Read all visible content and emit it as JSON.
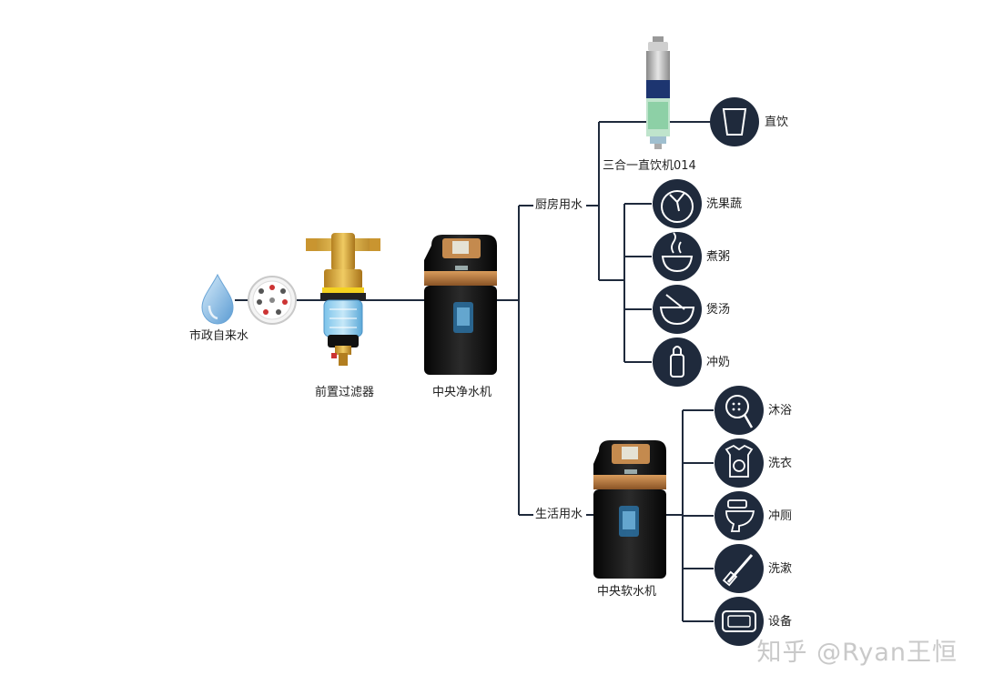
{
  "source": {
    "label": "市政自来水",
    "icon": "water-drop-icon"
  },
  "meter": {
    "icon": "water-meter-icon"
  },
  "prefilter": {
    "label": "前置过滤器",
    "color": "#d8a436"
  },
  "central_purifier": {
    "label": "中央净水机",
    "accent": "#b8793a"
  },
  "kitchen": {
    "branch_label": "厨房用水",
    "drinking_machine": {
      "label": "三合一直饮机014"
    },
    "items": [
      {
        "label": "直饮",
        "icon": "glass-icon"
      },
      {
        "label": "洗果蔬",
        "icon": "tomato-icon"
      },
      {
        "label": "煮粥",
        "icon": "steaming-bowl-icon"
      },
      {
        "label": "煲汤",
        "icon": "soup-bowl-icon"
      },
      {
        "label": "冲奶",
        "icon": "baby-bottle-icon"
      }
    ]
  },
  "household": {
    "branch_label": "生活用水",
    "softener": {
      "label": "中央软水机"
    },
    "items": [
      {
        "label": "沐浴",
        "icon": "shower-head-icon"
      },
      {
        "label": "洗衣",
        "icon": "washing-machine-icon"
      },
      {
        "label": "冲厕",
        "icon": "toilet-icon"
      },
      {
        "label": "洗漱",
        "icon": "toothbrush-icon"
      },
      {
        "label": "设备",
        "icon": "appliance-icon"
      }
    ]
  },
  "watermark": "知乎 @Ryan王恒",
  "colors": {
    "line": "#1f2a3c",
    "circle": "#1f2a3c",
    "machine": "#141414",
    "drop": "#7fb6e0"
  }
}
